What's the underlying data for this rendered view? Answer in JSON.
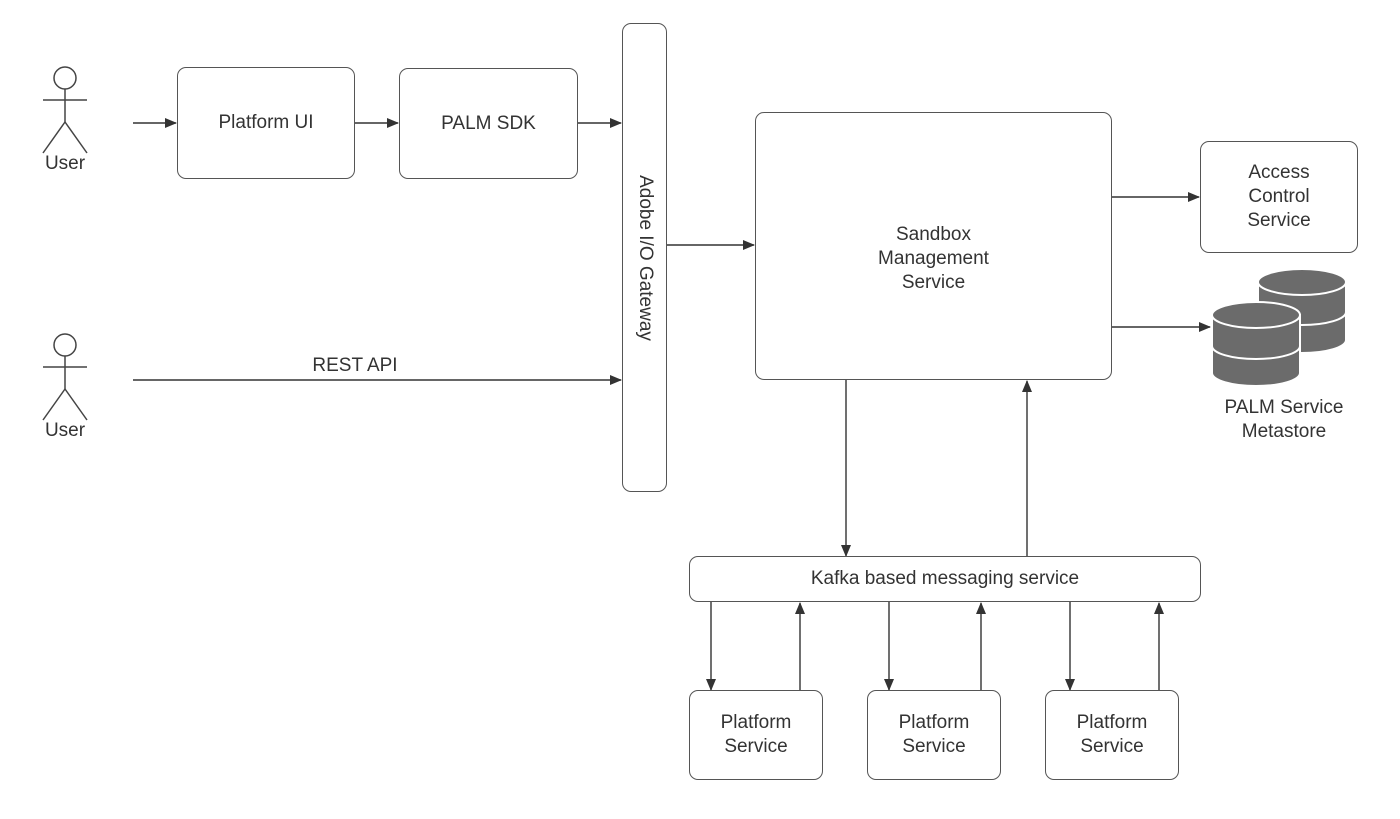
{
  "actors": {
    "top": {
      "label": "User"
    },
    "bottom": {
      "label": "User"
    }
  },
  "nodes": {
    "platform_ui": "Platform UI",
    "palm_sdk": "PALM SDK",
    "gateway": "Adobe I/O Gateway",
    "sandbox": "Sandbox\nManagement\nService",
    "access_control": "Access\nControl\nService",
    "metastore": "PALM Service\nMetastore",
    "kafka": "Kafka based messaging service",
    "platform_services": [
      "Platform\nService",
      "Platform\nService",
      "Platform\nService"
    ]
  },
  "edges": {
    "rest_api": "REST API"
  },
  "colors": {
    "stroke": "#555555",
    "text": "#333333",
    "database": "#6b6b6b"
  },
  "icons": [
    "user-actor-icon",
    "database-icon"
  ]
}
